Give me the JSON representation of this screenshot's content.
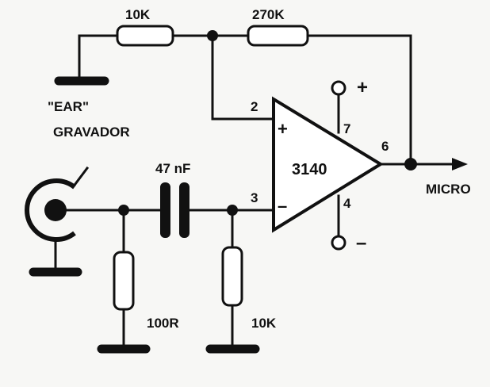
{
  "labels": {
    "r_top_left": "10K",
    "r_feedback": "270K",
    "r_shunt": "100R",
    "r_bias": "10K",
    "capacitor": "47 nF",
    "ear": "\"EAR\"",
    "gravador": "GRAVADOR",
    "output": "MICRO",
    "ic": "3140",
    "pin2": "2",
    "pin3": "3",
    "pin4": "4",
    "pin6": "6",
    "pin7": "7",
    "plus_input": "+",
    "minus_input": "–",
    "supply_plus": "+",
    "supply_minus": "–"
  },
  "colors": {
    "ink": "#111111",
    "paper": "#f7f7f5"
  },
  "icons": [
    "jack-icon",
    "ground-icon",
    "arrow-icon"
  ]
}
